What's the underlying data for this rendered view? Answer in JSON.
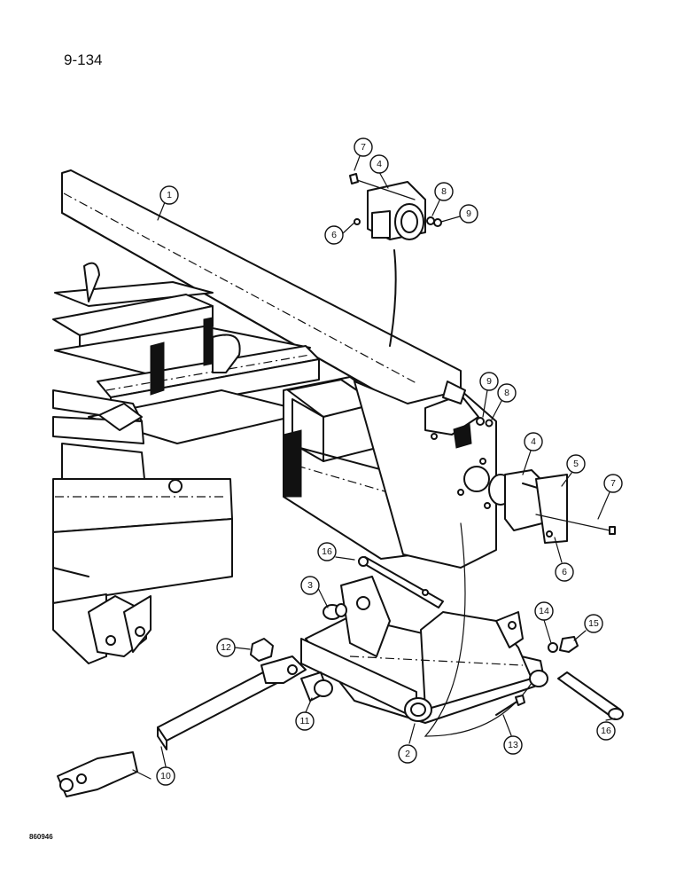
{
  "page": {
    "number": "9-134",
    "drawing_code": "860946"
  },
  "callouts": [
    {
      "label": "1"
    },
    {
      "label": "7"
    },
    {
      "label": "4"
    },
    {
      "label": "8"
    },
    {
      "label": "9"
    },
    {
      "label": "6"
    },
    {
      "label": "9"
    },
    {
      "label": "8"
    },
    {
      "label": "4"
    },
    {
      "label": "5"
    },
    {
      "label": "7"
    },
    {
      "label": "6"
    },
    {
      "label": "16"
    },
    {
      "label": "3"
    },
    {
      "label": "14"
    },
    {
      "label": "15"
    },
    {
      "label": "12"
    },
    {
      "label": "11"
    },
    {
      "label": "2"
    },
    {
      "label": "13"
    },
    {
      "label": "16"
    },
    {
      "label": "10"
    }
  ]
}
